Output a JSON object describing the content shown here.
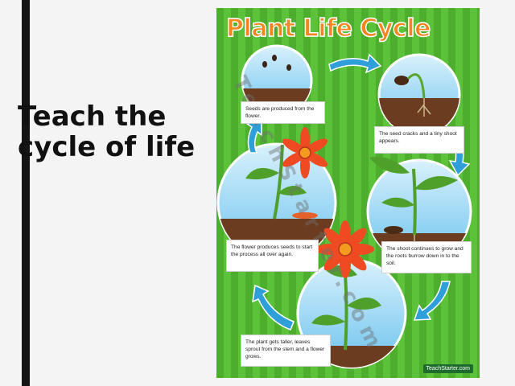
{
  "slide": {
    "title": "Teach the\ncycle of life"
  },
  "poster": {
    "title": "Plant Life Cycle",
    "watermark": "TeachStarter.com",
    "footer": "TeachStarter.com",
    "captions": [
      "Seeds are produced from the flower.",
      "The seed cracks and a tiny shoot appears.",
      "The flower produces seeds to start the process all over again.",
      "The shoot continues to grow and the roots burrow down in to the soil.",
      "The plant gets taller, leaves sprout from the stem and a flower grows."
    ],
    "colors": {
      "green_stripe_dark": "#4cae2c",
      "green_stripe_light": "#5cc23a",
      "title_orange": "#f6851f",
      "arrow_blue": "#2e9fd8",
      "sky_blue": "#8fd3f4",
      "soil_brown": "#6b3c1f",
      "flower_red": "#ee4b23"
    }
  }
}
